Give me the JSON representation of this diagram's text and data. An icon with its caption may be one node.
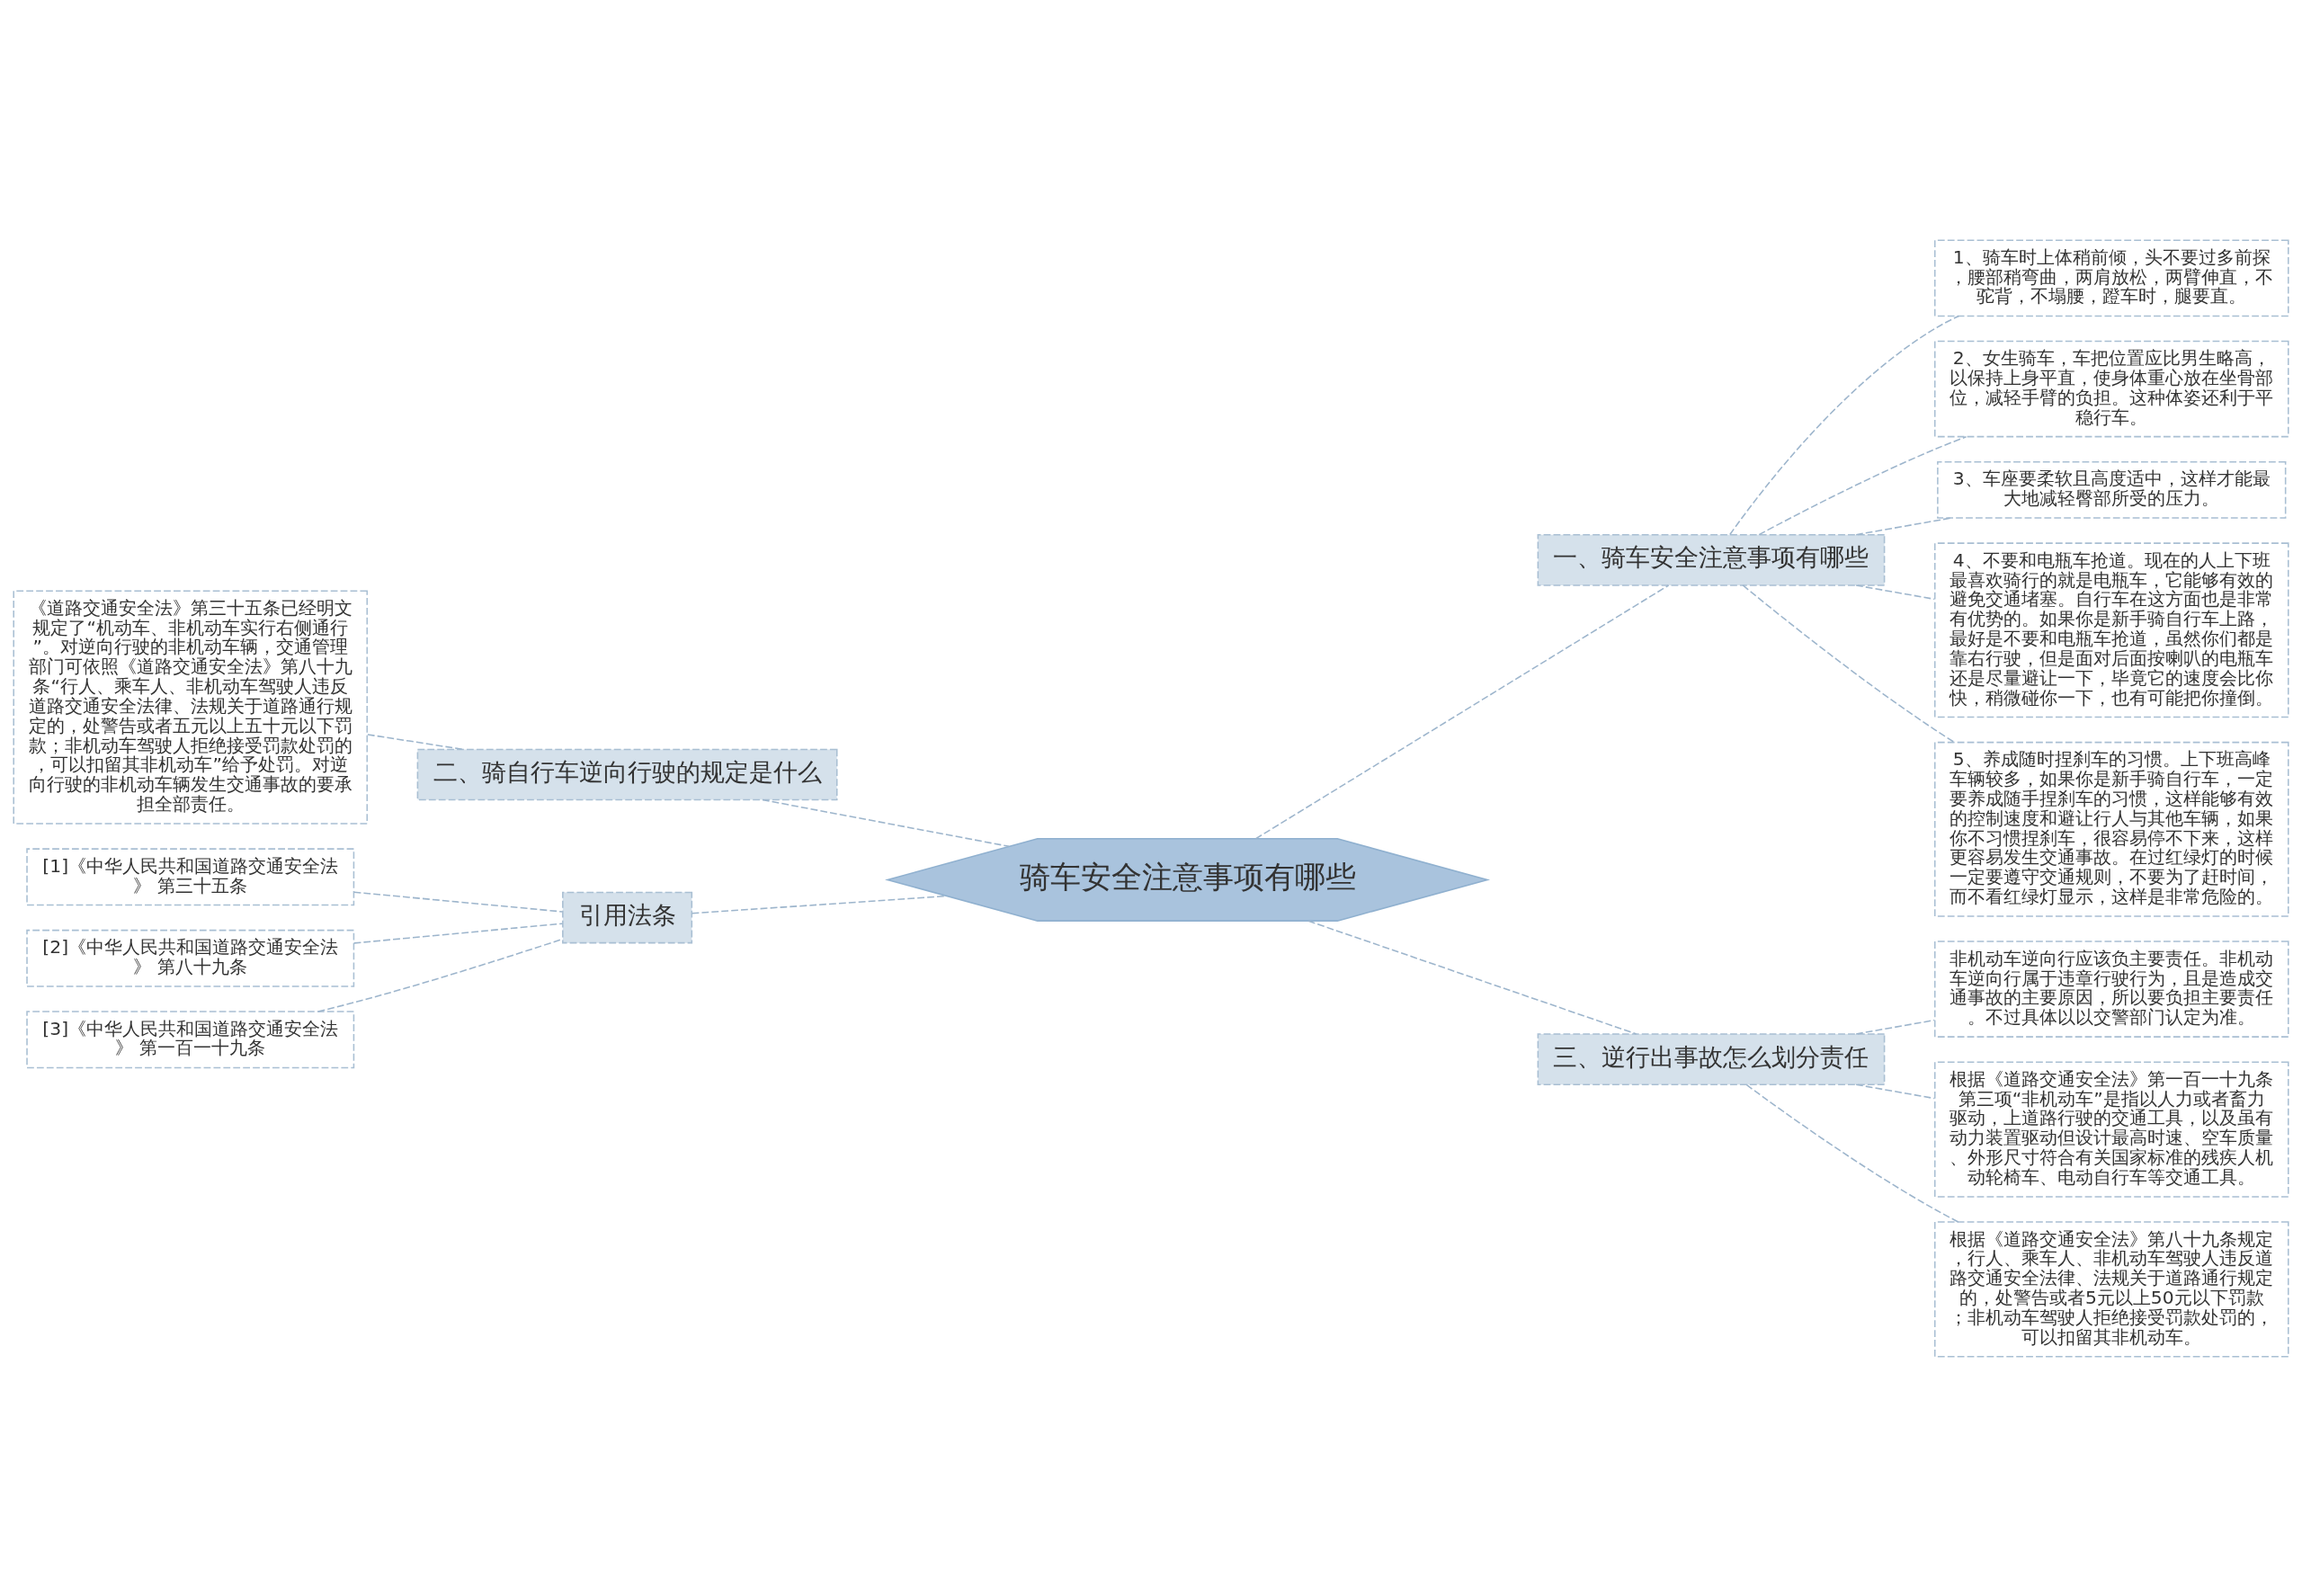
{
  "diagram": {
    "nodes": [
      {
        "text": [
          "骑车安全注意事项有哪些"
        ]
      },
      {
        "text": [
          "一、骑车安全注意事项有哪些"
        ]
      },
      {
        "text": [
          "1、骑车时上体稍前倾，头不要过多前探，腰部稍弯曲，两肩放松，两臂伸直，不驼背，不塌腰，蹬车时，腿要直。"
        ]
      },
      {
        "text": [
          "2、女生骑车，车把位置应比男生略高，以保持上身平直，使身体重心放在坐骨部位，减轻手臂的负担。这种体姿还利于平稳行车。"
        ]
      },
      {
        "text": [
          "3、车座要柔软且高度适中，这样才能最大地减轻臀部所受的压力。"
        ]
      },
      {
        "text": [
          "4、不要和电瓶车抢道。现在的人上下班最喜欢骑行的就是电瓶车，它能够有效的避免交通堵塞。自行车在这方面也是非常有优势的。如果你是新手骑自行车上路，最好是不要和电瓶车抢道，虽然你们都是靠右行驶，但是面对后面按喇叭的电瓶车还是尽量避让一下，毕竟它的速度会比你快，稍微碰你一下，也有可能把你撞倒。"
        ]
      },
      {
        "text": [
          "5、养成随时捏刹车的习惯。上下班高峰车辆较多，如果你是新手骑自行车，一定要养成随手捏刹车的习惯，这样能够有效的控制速度和避让行人与其他车辆，如果你不习惯捏刹车，很容易停不下来，这样更容易发生交通事故。在过红绿灯的时候一定要遵守交通规则，不要为了赶时间，而不看红绿灯显示，这样是非常危险的。"
        ]
      },
      {
        "text": [
          "三、逆行出事故怎么划分责任"
        ]
      },
      {
        "text": [
          "非机动车逆向行应该负主要责任。非机动车逆向行属于违章行驶行为，且是造成交通事故的主要原因，所以要负担主要责任。不过具体以以交警部门认定为准。"
        ]
      },
      {
        "text": [
          "根据《道路交通安全法》第一百一十九条第三项“非机动车”是指以人力或者畜力驱动，上道路行驶的交通工具，以及虽有动力装置驱动但设计最高时速、空车质量、外形尺寸符合有关国家标准的残疾人机动轮椅车、电动自行车等交通工具。"
        ]
      },
      {
        "text": [
          "根据《道路交通安全法》第八十九条规定，行人、乘车人、非机动车驾驶人违反道路交通安全法律、法规关于道路通行规定的，处警告或者5元以上50元以下罚款；非机动车驾驶人拒绝接受罚款处罚的，可以扣留其非机动车。"
        ]
      },
      {
        "text": [
          "二、骑自行车逆向行驶的规定是什么"
        ]
      },
      {
        "text": [
          "《道路交通安全法》第三十五条已经明文规定了“机动车、非机动车实行右侧通行”。对逆向行驶的非机动车辆，交通管理部门可依照《道路交通安全法》第八十九条“行人、乘车人、非机动车驾驶人违反道路交通安全法律、法规关于道路通行规定的，处警告或者五元以上五十元以下罚款；非机动车驾驶人拒绝接受罚款处罚的，可以扣留其非机动车”给予处罚。对逆向行驶的非机动车辆发生交通事故的要承担全部责任。"
        ]
      },
      {
        "text": [
          "引用法条"
        ]
      },
      {
        "text": [
          "[1]《中华人民共和国道路交通安全法》 第三十五条"
        ]
      },
      {
        "text": [
          "[2]《中华人民共和国道路交通安全法》 第八十九条"
        ]
      },
      {
        "text": [
          "[3]《中华人民共和国道路交通安全法》 第一百一十九条"
        ]
      }
    ],
    "edges": [
      {
        "from": 0,
        "to": 1,
        "arrow": "none",
        "style": "dashed"
      },
      {
        "from": 1,
        "to": 2,
        "arrow": "none",
        "style": "dashed"
      },
      {
        "from": 1,
        "to": 3,
        "arrow": "none",
        "style": "dashed"
      },
      {
        "from": 1,
        "to": 4,
        "arrow": "none",
        "style": "dashed"
      },
      {
        "from": 1,
        "to": 5,
        "arrow": "none",
        "style": "dashed"
      },
      {
        "from": 1,
        "to": 6,
        "arrow": "none",
        "style": "dashed"
      },
      {
        "from": 0,
        "to": 7,
        "arrow": "none",
        "style": "dashed"
      },
      {
        "from": 7,
        "to": 8,
        "arrow": "none",
        "style": "dashed"
      },
      {
        "from": 7,
        "to": 9,
        "arrow": "none",
        "style": "dashed"
      },
      {
        "from": 7,
        "to": 10,
        "arrow": "none",
        "style": "dashed"
      },
      {
        "from": 0,
        "to": 11,
        "arrow": "none",
        "style": "dashed"
      },
      {
        "from": 11,
        "to": 12,
        "arrow": "none",
        "style": "dashed"
      },
      {
        "from": 0,
        "to": 13,
        "arrow": "none",
        "style": "dashed"
      },
      {
        "from": 13,
        "to": 14,
        "arrow": "none",
        "style": "dashed"
      },
      {
        "from": 13,
        "to": 15,
        "arrow": "none",
        "style": "dashed"
      },
      {
        "from": 13,
        "to": 16,
        "arrow": "none",
        "style": "dashed"
      }
    ]
  }
}
